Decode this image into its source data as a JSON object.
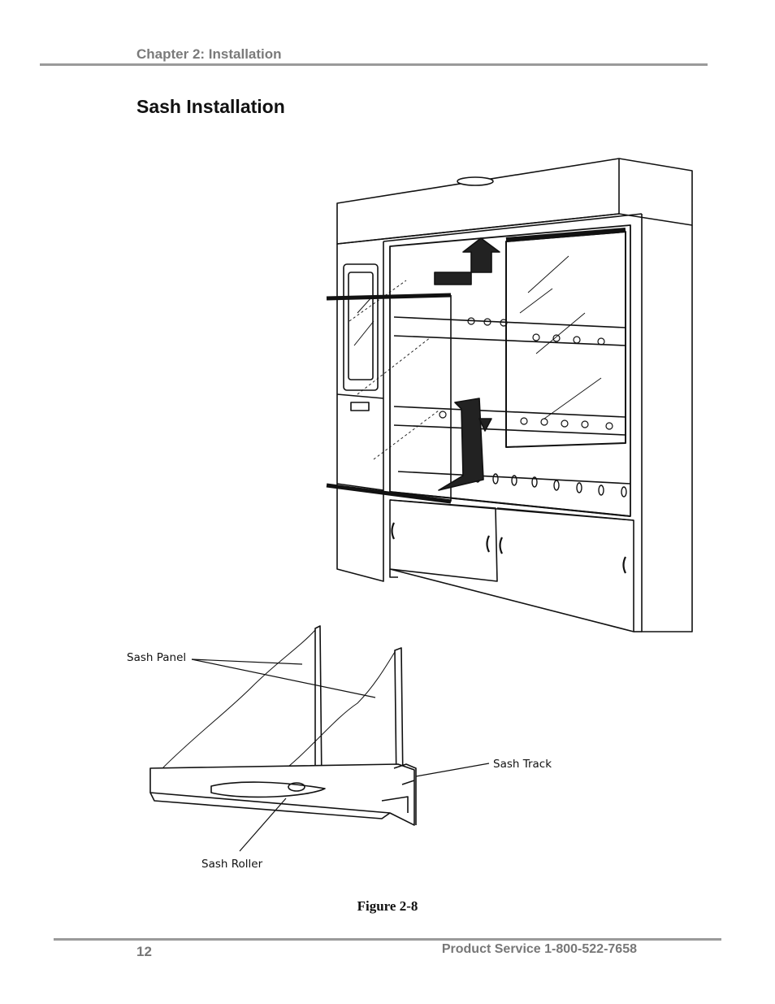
{
  "header": {
    "chapter": "Chapter 2: Installation"
  },
  "section": {
    "title": "Sash Installation"
  },
  "figure": {
    "callouts": {
      "sash_panel": "Sash Panel",
      "sash_track": "Sash Track",
      "sash_roller": "Sash Roller"
    },
    "caption": "Figure 2-8"
  },
  "footer": {
    "page_number": "12",
    "service": "Product Service 1-800-522-7658"
  }
}
